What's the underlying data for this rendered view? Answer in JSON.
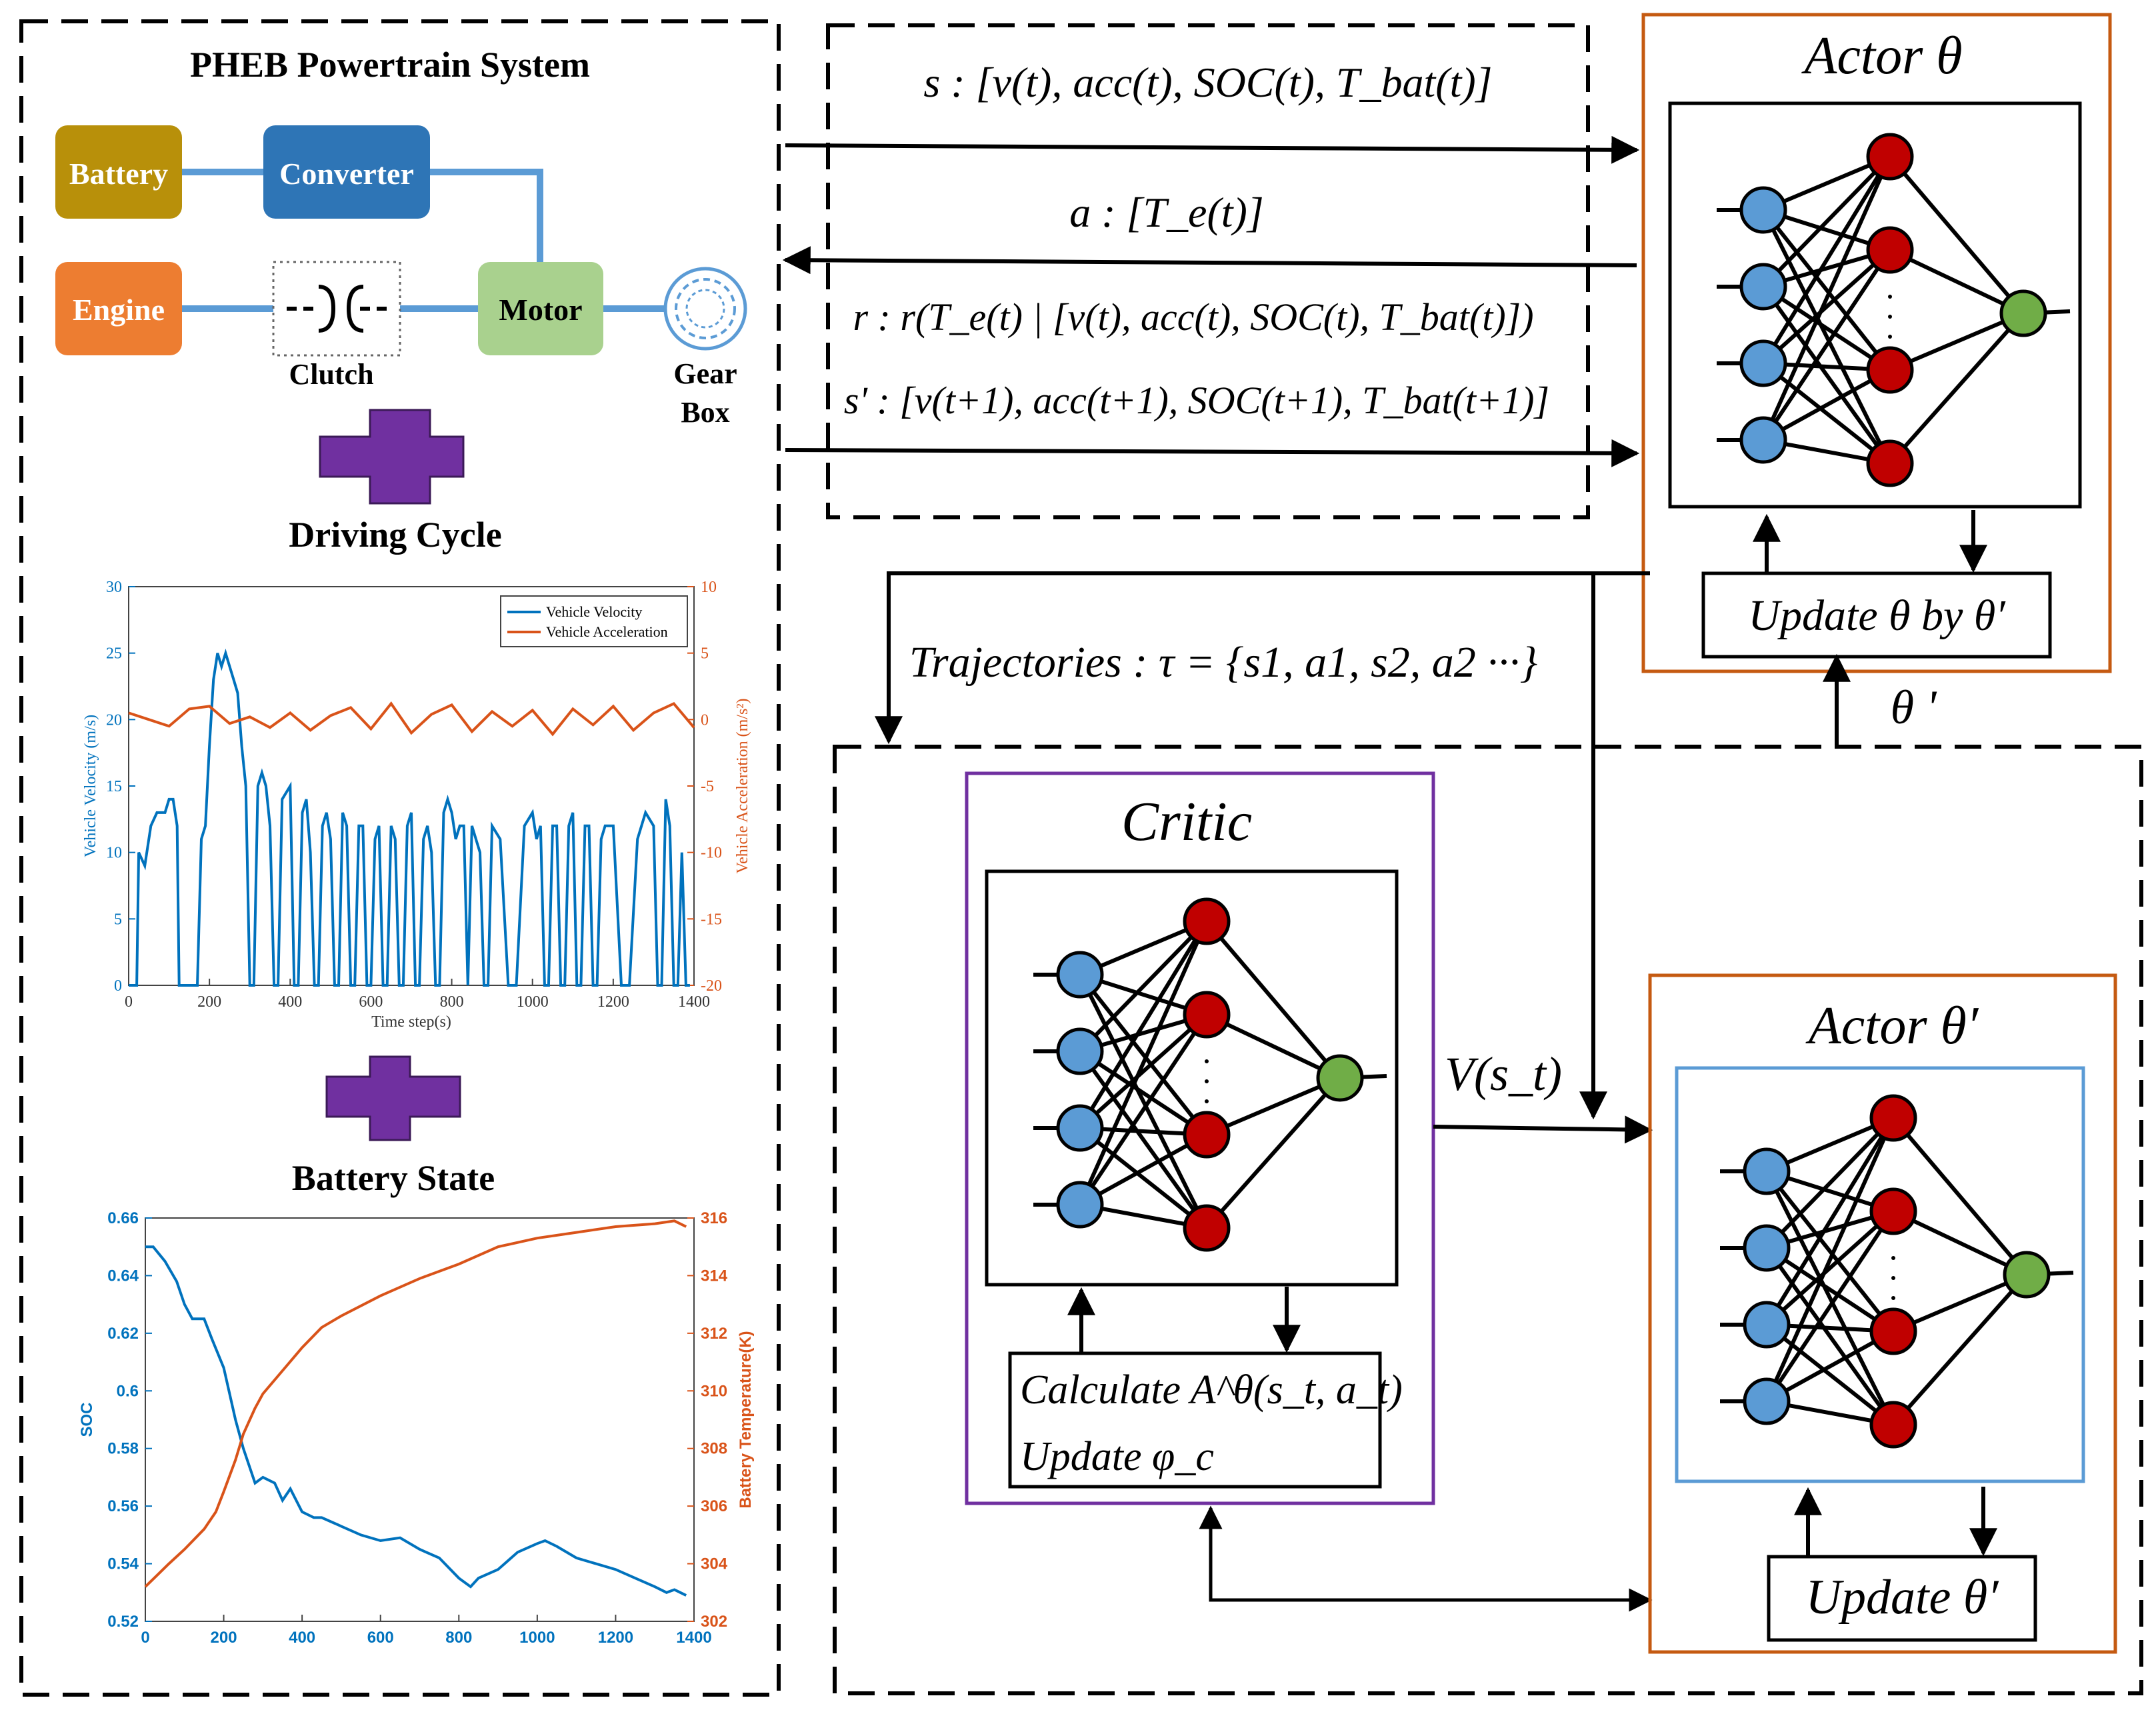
{
  "left_panel": {
    "powertrain_title": "PHEB Powertrain System",
    "battery": "Battery",
    "converter": "Converter",
    "engine": "Engine",
    "motor": "Motor",
    "clutch": "Clutch",
    "gear_box_line1": "Gear",
    "gear_box_line2": "Box",
    "driving_cycle_title": "Driving Cycle",
    "battery_state_title": "Battery State"
  },
  "signals": {
    "state": "s : [v(t), acc(t), SOC(t), T_bat(t)]",
    "action": "a : [T_e(t)]",
    "reward": "r : r(T_e(t) | [v(t), acc(t), SOC(t), T_bat(t)])",
    "next_state": "s' : [v(t+1), acc(t+1), SOC(t+1), T_bat(t+1)]",
    "trajectories": "Trajectories : τ = {s1, a1, s2, a2 ···}",
    "theta_prime": "θ '",
    "value": "V(s_t)"
  },
  "actor": {
    "title": "Actor  θ",
    "update": "Update θ by θ′"
  },
  "actor_prime": {
    "title": "Actor  θ′",
    "update": "Update θ′"
  },
  "critic": {
    "title": "Critic",
    "calc": "Calculate A^θ(s_t, a_t)",
    "update": "Update φ_c"
  },
  "colors": {
    "battery": "#b8900a",
    "converter": "#2e75b6",
    "engine": "#ed7d31",
    "motor": "#a9d18e",
    "link": "#5b9bd5",
    "plus": "#7030a0",
    "velocity": "#0072bd",
    "acceleration": "#d95319",
    "actor_border": "#c55a11",
    "critic_border": "#7030a0",
    "actor_prime_inner": "#5b9bd5",
    "node_input": "#5b9bd5",
    "node_hidden": "#c00000",
    "node_output": "#70ad47"
  },
  "chart_data": [
    {
      "type": "line",
      "title": "",
      "xlabel": "Time step(s)",
      "ylabel": "Vehicle Velocity (m/s)",
      "y2label": "Vehicle Acceleration (m/s²)",
      "xlim": [
        0,
        1400
      ],
      "ylim": [
        0,
        30
      ],
      "y2lim": [
        -20,
        10
      ],
      "x_ticks": [
        0,
        200,
        400,
        600,
        800,
        1000,
        1200,
        1400
      ],
      "y_ticks": [
        0,
        5,
        10,
        15,
        20,
        25,
        30
      ],
      "y2_ticks": [
        -20,
        -15,
        -10,
        -5,
        0,
        5,
        10
      ],
      "legend_position": "top-right",
      "series": [
        {
          "name": "Vehicle Velocity",
          "axis": "left",
          "x": [
            0,
            20,
            25,
            40,
            55,
            70,
            90,
            100,
            110,
            120,
            125,
            140,
            155,
            170,
            180,
            190,
            200,
            210,
            220,
            230,
            240,
            250,
            260,
            270,
            280,
            290,
            300,
            310,
            320,
            330,
            340,
            350,
            360,
            370,
            380,
            400,
            410,
            420,
            430,
            440,
            450,
            460,
            470,
            480,
            490,
            500,
            510,
            520,
            530,
            540,
            550,
            560,
            570,
            580,
            590,
            600,
            610,
            620,
            630,
            640,
            650,
            660,
            670,
            680,
            690,
            700,
            710,
            720,
            730,
            740,
            750,
            760,
            770,
            780,
            790,
            800,
            810,
            820,
            830,
            840,
            850,
            860,
            870,
            880,
            890,
            900,
            920,
            940,
            960,
            980,
            1000,
            1010,
            1020,
            1030,
            1040,
            1050,
            1060,
            1070,
            1080,
            1090,
            1100,
            1110,
            1120,
            1130,
            1140,
            1150,
            1160,
            1170,
            1180,
            1200,
            1220,
            1240,
            1260,
            1280,
            1300,
            1310,
            1320,
            1330,
            1340,
            1350,
            1360,
            1370,
            1380,
            1390
          ],
          "values": [
            0,
            0,
            10,
            9,
            12,
            13,
            13,
            14,
            14,
            12,
            0,
            0,
            0,
            0,
            11,
            12,
            18,
            23,
            25,
            24,
            25,
            24,
            23,
            22,
            18,
            15,
            0,
            0,
            15,
            16,
            15,
            12,
            0,
            0,
            14,
            15,
            0,
            0,
            13,
            14,
            10,
            0,
            0,
            12,
            13,
            11,
            0,
            0,
            13,
            12,
            0,
            0,
            12,
            12,
            0,
            0,
            11,
            12,
            0,
            0,
            12,
            11,
            0,
            0,
            12,
            13,
            0,
            0,
            11,
            12,
            10,
            0,
            0,
            13,
            14,
            13,
            11,
            12,
            12,
            0,
            12,
            11,
            10,
            0,
            0,
            12,
            11,
            0,
            0,
            12,
            13,
            11,
            12,
            0,
            0,
            12,
            12,
            0,
            0,
            12,
            13,
            0,
            0,
            12,
            12,
            0,
            0,
            11,
            12,
            12,
            0,
            0,
            11,
            13,
            12,
            0,
            0,
            14,
            12,
            0,
            0,
            10,
            0,
            0
          ]
        },
        {
          "name": "Vehicle Acceleration",
          "axis": "right",
          "x": [
            0,
            50,
            100,
            150,
            200,
            250,
            300,
            350,
            400,
            450,
            500,
            550,
            600,
            650,
            700,
            750,
            800,
            850,
            900,
            950,
            1000,
            1050,
            1100,
            1150,
            1200,
            1250,
            1300,
            1350,
            1400
          ],
          "values": [
            0.5,
            0.0,
            -0.5,
            0.8,
            1.0,
            -0.3,
            0.2,
            -0.6,
            0.5,
            -0.8,
            0.3,
            0.9,
            -0.7,
            1.2,
            -1.0,
            0.4,
            1.1,
            -0.9,
            0.6,
            -0.5,
            0.7,
            -1.1,
            0.8,
            -0.4,
            1.0,
            -0.8,
            0.5,
            1.2,
            -0.6
          ]
        }
      ]
    },
    {
      "type": "line",
      "title": "",
      "xlabel": "",
      "ylabel": "SOC",
      "y2label": "Battery Temperature(K)",
      "xlim": [
        0,
        1400
      ],
      "ylim": [
        0.52,
        0.66
      ],
      "y2lim": [
        302,
        316
      ],
      "x_ticks": [
        0,
        200,
        400,
        600,
        800,
        1000,
        1200,
        1400
      ],
      "y_ticks": [
        0.52,
        0.54,
        0.56,
        0.58,
        0.6,
        0.62,
        0.64,
        0.66
      ],
      "y2_ticks": [
        302,
        304,
        306,
        308,
        310,
        312,
        314,
        316
      ],
      "series": [
        {
          "name": "SOC",
          "axis": "left",
          "x": [
            0,
            20,
            50,
            80,
            100,
            120,
            150,
            170,
            200,
            230,
            250,
            280,
            300,
            330,
            350,
            370,
            400,
            430,
            450,
            500,
            550,
            600,
            650,
            700,
            750,
            800,
            830,
            850,
            900,
            950,
            1000,
            1020,
            1050,
            1100,
            1150,
            1200,
            1250,
            1300,
            1330,
            1350,
            1380
          ],
          "values": [
            0.65,
            0.65,
            0.645,
            0.638,
            0.63,
            0.625,
            0.625,
            0.618,
            0.608,
            0.59,
            0.58,
            0.568,
            0.57,
            0.568,
            0.562,
            0.566,
            0.558,
            0.556,
            0.556,
            0.553,
            0.55,
            0.548,
            0.549,
            0.545,
            0.542,
            0.535,
            0.532,
            0.535,
            0.538,
            0.544,
            0.547,
            0.548,
            0.546,
            0.542,
            0.54,
            0.538,
            0.535,
            0.532,
            0.53,
            0.531,
            0.529
          ]
        },
        {
          "name": "Battery Temperature",
          "axis": "right",
          "x": [
            0,
            30,
            60,
            100,
            150,
            180,
            200,
            230,
            250,
            280,
            300,
            350,
            400,
            450,
            500,
            600,
            700,
            800,
            900,
            1000,
            1100,
            1200,
            1300,
            1350,
            1380
          ],
          "values": [
            303.2,
            303.6,
            304,
            304.5,
            305.2,
            305.8,
            306.5,
            307.6,
            308.5,
            309.4,
            309.9,
            310.7,
            311.5,
            312.2,
            312.6,
            313.3,
            313.9,
            314.4,
            315.0,
            315.3,
            315.5,
            315.7,
            315.8,
            315.9,
            315.7
          ]
        }
      ]
    }
  ]
}
